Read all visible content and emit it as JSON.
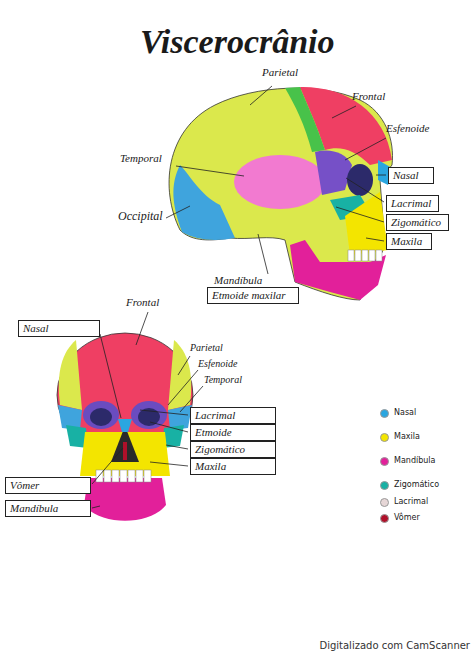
{
  "diagram": {
    "title": "Viscerocrânio",
    "nodes": [
      {
        "text": [
          "Nasal"
        ]
      },
      {
        "text": [
          "Lacrimal"
        ]
      },
      {
        "text": [
          "Zigomático"
        ]
      },
      {
        "text": [
          "Maxila"
        ]
      },
      {
        "text": [
          "Etmoide maxilar"
        ]
      },
      {
        "text": [
          "Nasal"
        ]
      },
      {
        "text": [
          "Lacrimal"
        ]
      },
      {
        "text": [
          "Etmoide"
        ]
      },
      {
        "text": [
          "Zigomático"
        ]
      },
      {
        "text": [
          "Maxila"
        ]
      },
      {
        "text": [
          "Vômer"
        ]
      },
      {
        "text": [
          "Mandíbula"
        ]
      }
    ],
    "labels": [
      "Parietal",
      "Frontal",
      "Esfenoide",
      "Temporal",
      "Occipital",
      "Mandíbula",
      "Frontal",
      "Parietal",
      "Esfenoide",
      "Temporal",
      "Digitalizado com CamScanner"
    ],
    "legend": [
      {
        "text": "Nasal",
        "color": "#2aa6e0"
      },
      {
        "text": "Maxila",
        "color": "#f3e500"
      },
      {
        "text": "Mandíbula",
        "color": "#e2209a"
      },
      {
        "text": "Zigomático",
        "color": "#18b1a4"
      },
      {
        "text": "Lacrimal",
        "color": "#e6d6d6"
      },
      {
        "text": "Vômer",
        "color": "#b0102a"
      }
    ]
  }
}
